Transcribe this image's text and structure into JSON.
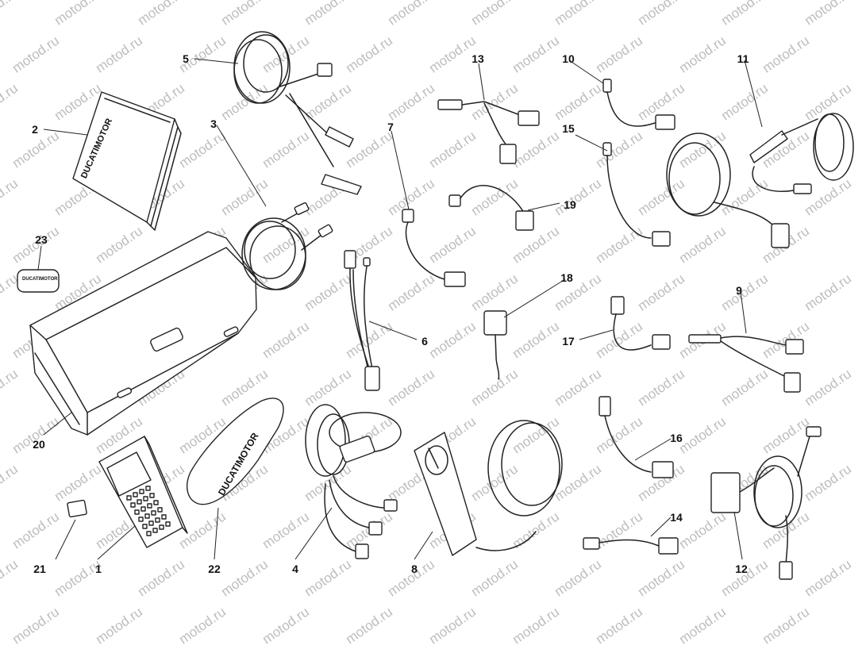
{
  "watermark": "motod.ru",
  "brand": "DUCATIMOTOR",
  "callouts": {
    "c1": "1",
    "c2": "2",
    "c3": "3",
    "c4": "4",
    "c5": "5",
    "c6": "6",
    "c7": "7",
    "c8": "8",
    "c9": "9",
    "c10": "10",
    "c11": "11",
    "c12": "12",
    "c13": "13",
    "c14": "14",
    "c15": "15",
    "c16": "16",
    "c17": "17",
    "c18": "18",
    "c19": "19",
    "c20": "20",
    "c21": "21",
    "c22": "22",
    "c23": "23"
  }
}
